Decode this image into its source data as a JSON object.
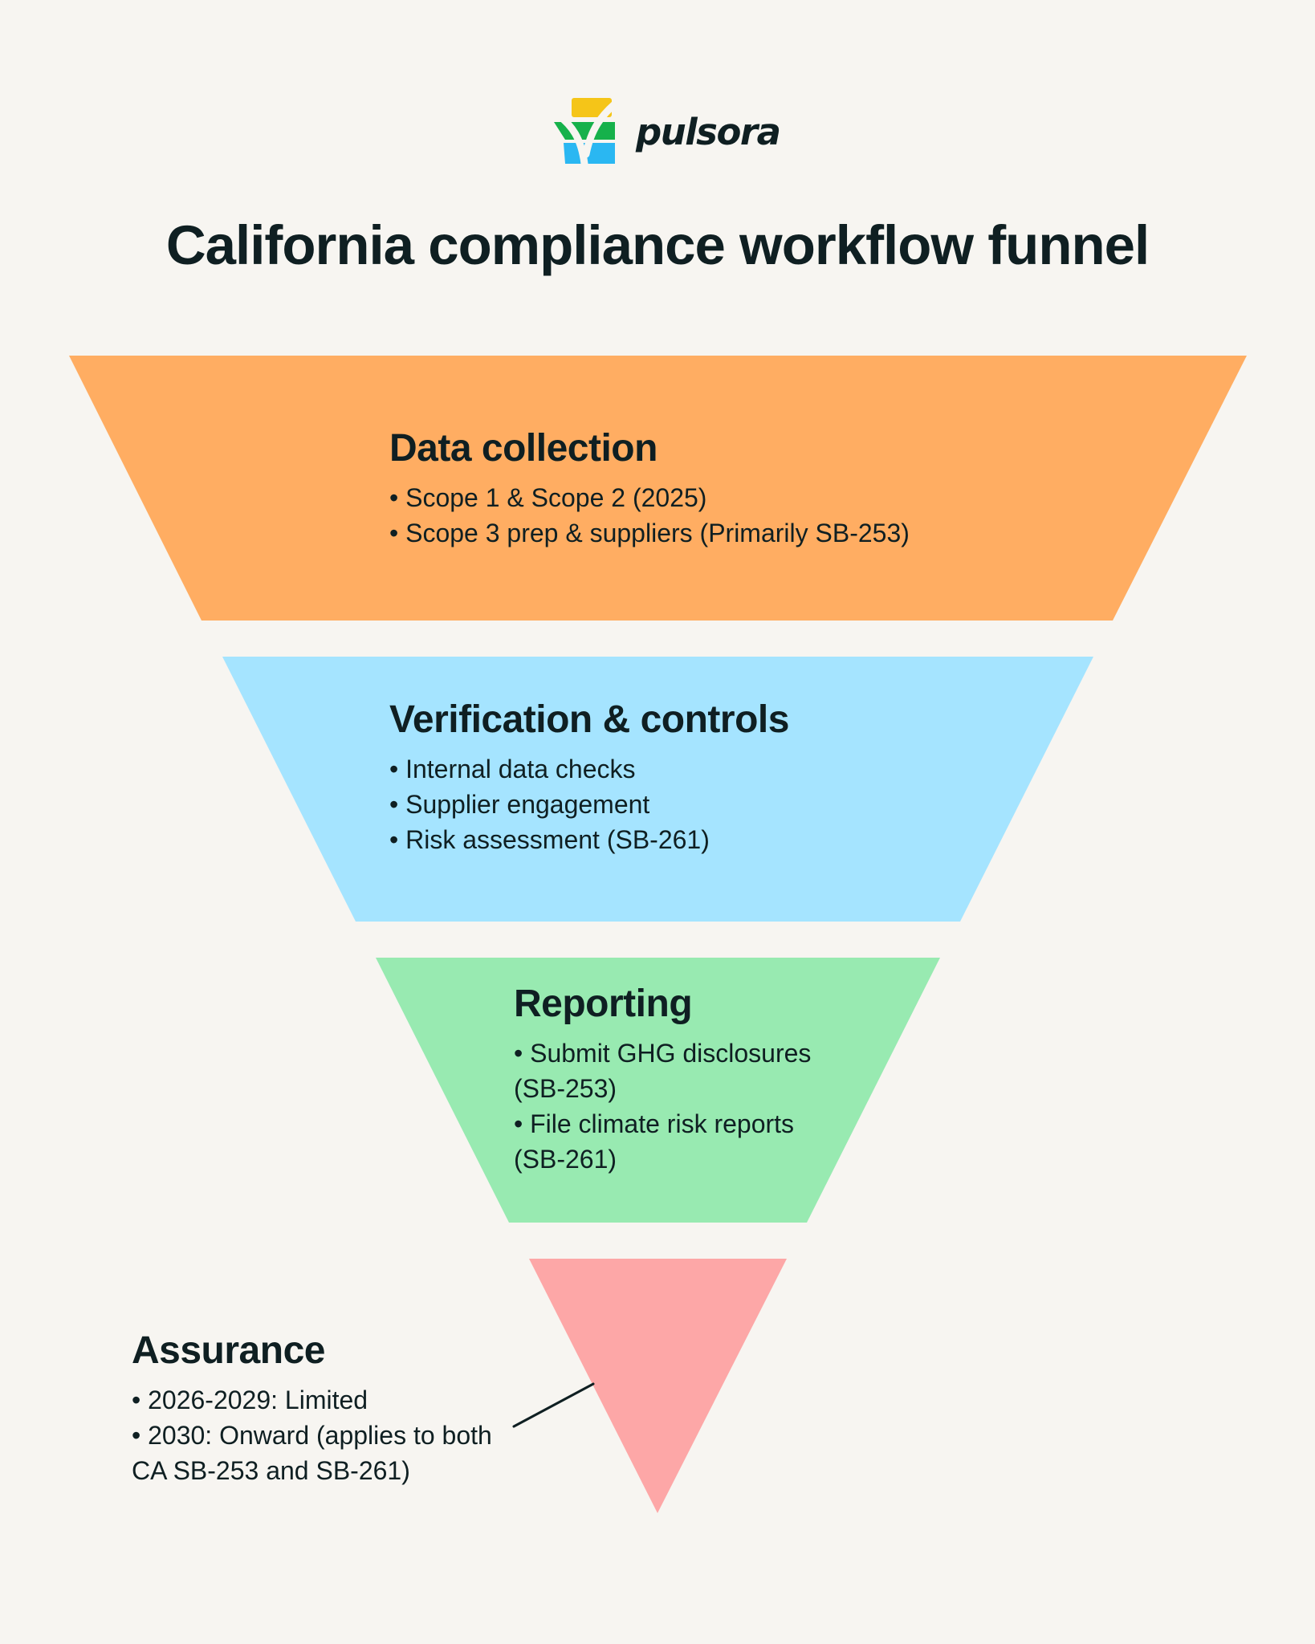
{
  "brand": {
    "name": "pulsora",
    "logo_icon": "pulsora-logo-icon",
    "colors": {
      "yellow": "#f5c518",
      "green": "#16b14b",
      "blue": "#2ab7f2"
    }
  },
  "title": "California compliance workflow funnel",
  "stages": [
    {
      "title": "Data collection",
      "color": "#ffad62",
      "bullets": [
        "• Scope 1 & Scope 2 (2025)",
        "• Scope 3 prep & suppliers (Primarily SB-253)"
      ]
    },
    {
      "title": "Verification & controls",
      "color": "#a5e4ff",
      "bullets": [
        "• Internal data checks",
        "• Supplier engagement",
        "• Risk assessment (SB-261)"
      ]
    },
    {
      "title": "Reporting",
      "color": "#98eab1",
      "bullets": [
        "• Submit GHG disclosures (SB-253)",
        "• File climate risk reports  (SB-261)"
      ]
    },
    {
      "title": "Assurance",
      "color": "#fda7a7",
      "bullets": [
        "• 2026-2029: Limited",
        "• 2030: Onward (applies to both CA SB-253 and SB-261)"
      ]
    }
  ]
}
